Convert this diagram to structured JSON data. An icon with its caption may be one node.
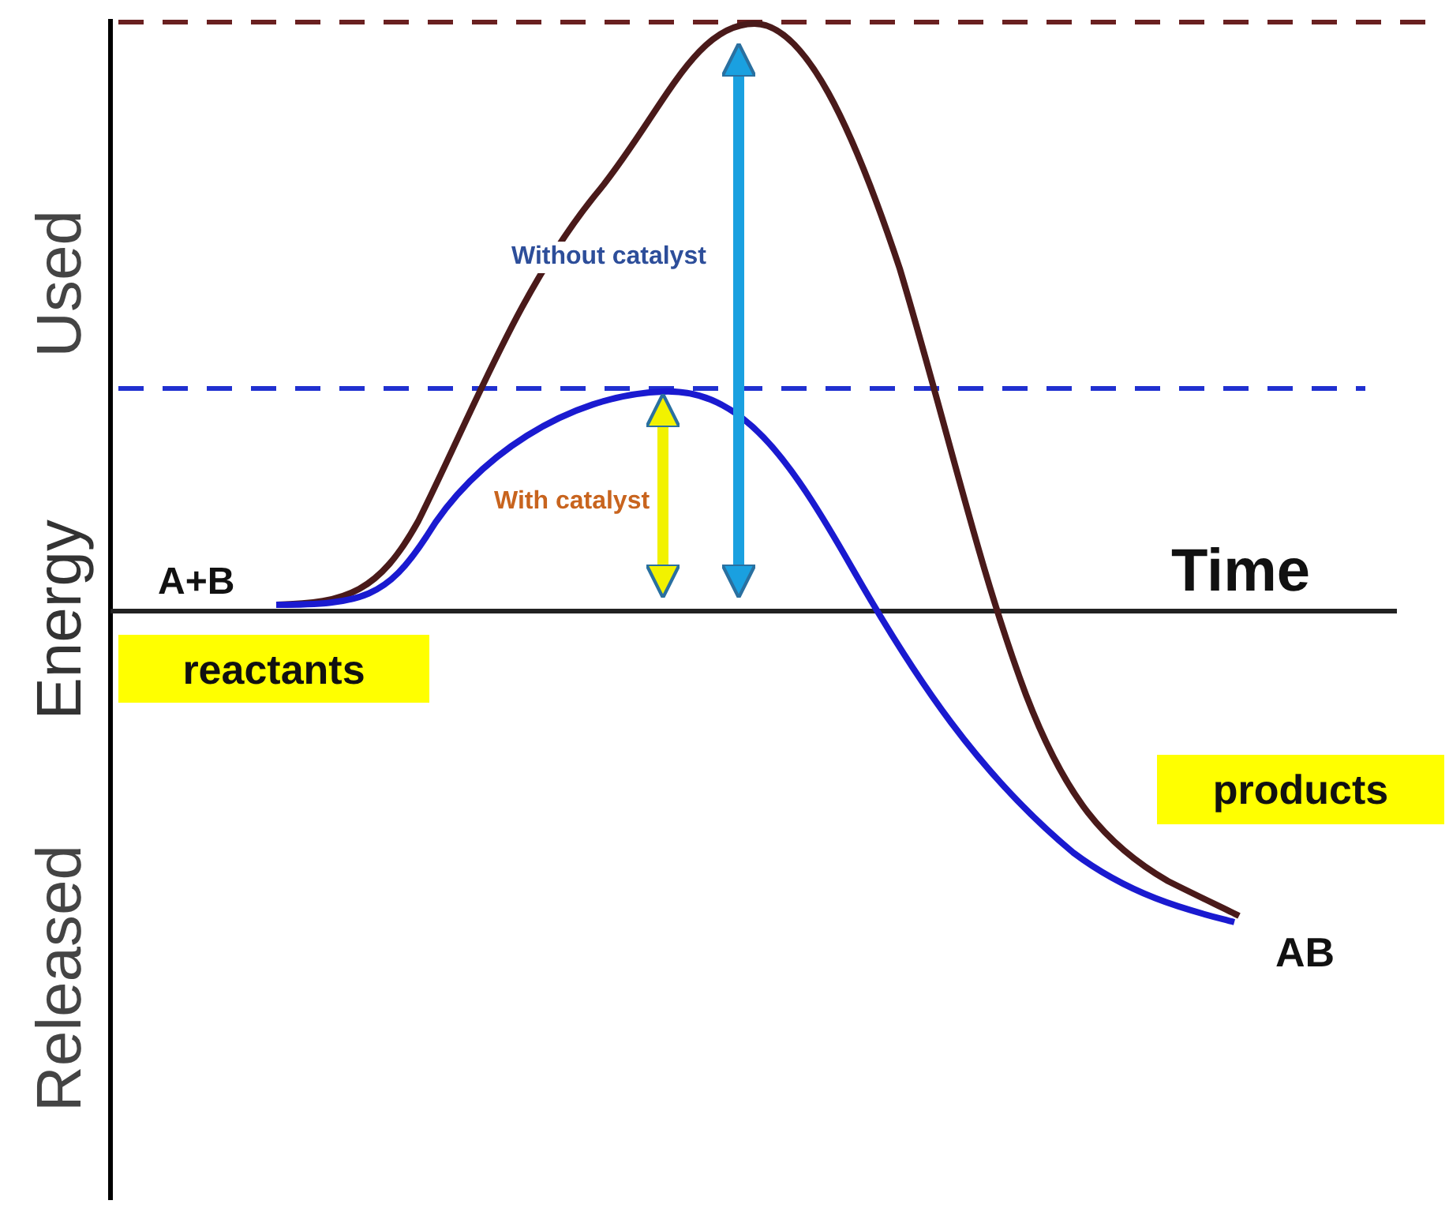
{
  "diagram": {
    "labels": [
      "Without catalyst",
      "Used",
      "With catalyst",
      "A+B",
      "Time",
      "Energy",
      "reactants",
      "products",
      "AB",
      "Released"
    ]
  }
}
